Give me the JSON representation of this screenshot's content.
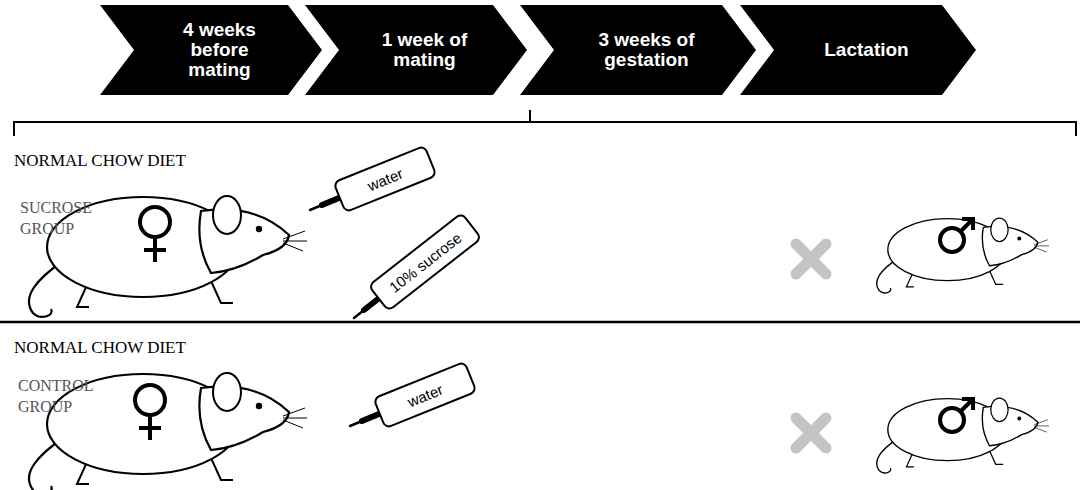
{
  "diagram": {
    "nodes": [
      {
        "text": [
          "4 weeks before mating"
        ]
      },
      {
        "text": [
          "1 week of mating"
        ]
      },
      {
        "text": [
          "3 weeks of gestation"
        ]
      },
      {
        "text": [
          "Lactation"
        ]
      },
      {
        "text": [
          "water"
        ]
      },
      {
        "text": [
          "10% sucrose"
        ]
      },
      {
        "text": [
          "water"
        ]
      }
    ],
    "labels": [
      "NORMAL CHOW DIET",
      "SUCROSE GROUP",
      "NORMAL CHOW DIET",
      "CONTROL GROUP"
    ]
  }
}
